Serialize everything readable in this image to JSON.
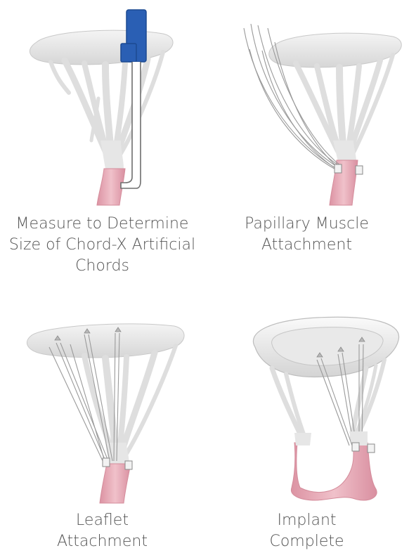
{
  "panels": [
    {
      "caption": "Measure to Determine\nSize of Chord-X Artificial\nChords",
      "illustration": "measuring-tool-illustration"
    },
    {
      "caption": "Papillary Muscle\nAttachment",
      "illustration": "papillary-attachment-illustration"
    },
    {
      "caption": "Leaflet\nAttachment",
      "illustration": "leaflet-attachment-illustration"
    },
    {
      "caption": "Implant\nComplete",
      "illustration": "implant-complete-illustration"
    }
  ],
  "colors": {
    "tissue": "#e3e3e3",
    "tissue_edge": "#c8c8c8",
    "muscle": "#eab3bd",
    "muscle_edge": "#d48c9b",
    "tool": "#2a5fb4",
    "suture": "#9a9a9a"
  }
}
